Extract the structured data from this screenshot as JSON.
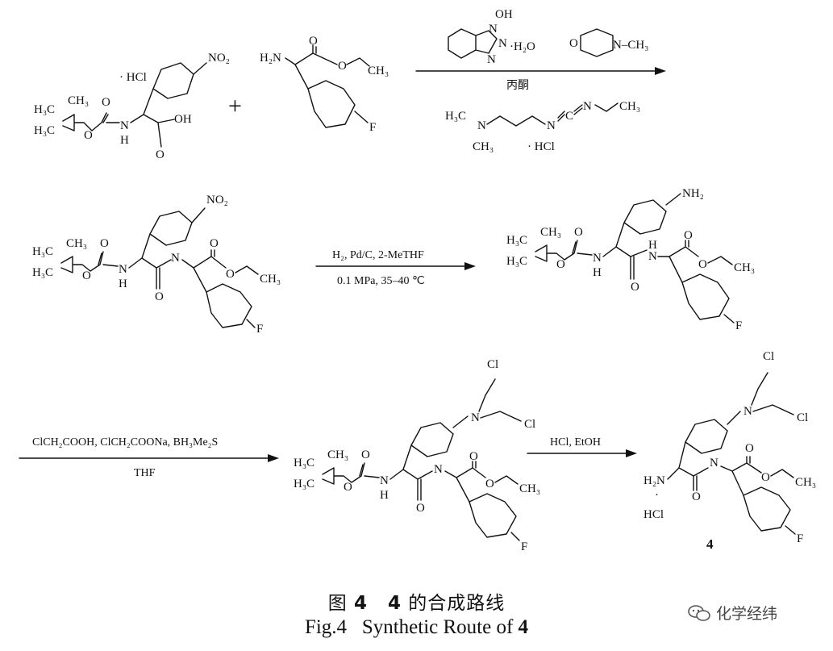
{
  "reagents_step1": {
    "hobt": "N",
    "hobt_oh": "OH",
    "hobt_hydrate": "·H₂O",
    "nmm_o": "O",
    "nmm_n": "N–CH₃",
    "solvent": "丙酮",
    "edci_n1": "N",
    "edci_n2": "N",
    "edci_c": "C",
    "edci_n3": "N",
    "edci_h3c": "H₃C",
    "edci_ch3": "CH₃",
    "edci_ch3b": "CH₃",
    "edci_hcl": "· HCl"
  },
  "labels": {
    "hcl_salt": "· HCl",
    "plus": "+",
    "h3c": "H₃C",
    "ch3": "CH₃",
    "o": "O",
    "nh": "N",
    "h": "H",
    "oh": "OH",
    "no2": "NO₂",
    "nh2": "NH₂",
    "h2n": "H₂N",
    "f": "F",
    "cl": "Cl",
    "n": "N",
    "hcl": "HCl",
    "dot": "·"
  },
  "conditions": {
    "step2_top": "H₂, Pd/C, 2-MeTHF",
    "step2_bottom": "0.1 MPa, 35–40 ℃",
    "step3_top": "ClCH₂COOH, ClCH₂COONa, BH₃Me₂S",
    "step3_bottom": "THF",
    "step4_top": "HCl, EtOH"
  },
  "compound_number": "4",
  "caption": {
    "cn_prefix": "图",
    "cn_fig_no": "4",
    "cn_compound": "4",
    "cn_text": "的合成路线",
    "en_prefix": "Fig.4",
    "en_text": "Synthetic Route of",
    "en_compound": "4"
  },
  "watermark": {
    "text": "化学经纬",
    "icon": "wechat-icon"
  }
}
